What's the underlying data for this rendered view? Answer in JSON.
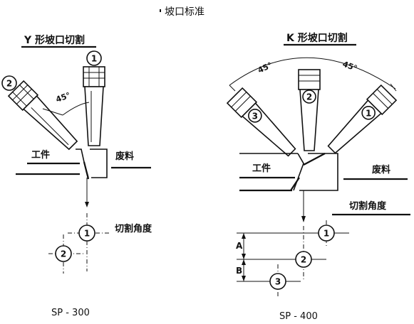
{
  "title": "坡口标准",
  "left": {
    "heading": "Y 形坡口切割",
    "workpiece": "工件",
    "scrap": "废料",
    "cut_angle": "切割角度",
    "angle": "45°",
    "torch_1": "1",
    "torch_2": "2",
    "circle_1": "1",
    "circle_2": "2",
    "model": "SP - 300"
  },
  "right": {
    "heading": "K 形坡口切割",
    "workpiece": "工件",
    "scrap": "废料",
    "cut_angle": "切割角度",
    "angle_left": "45°",
    "angle_right": "45°",
    "torch_1": "1",
    "torch_2": "2",
    "torch_3": "3",
    "circle_1": "1",
    "circle_2": "2",
    "circle_3": "3",
    "dim_a": "A",
    "dim_b": "B",
    "model": "SP - 400"
  }
}
